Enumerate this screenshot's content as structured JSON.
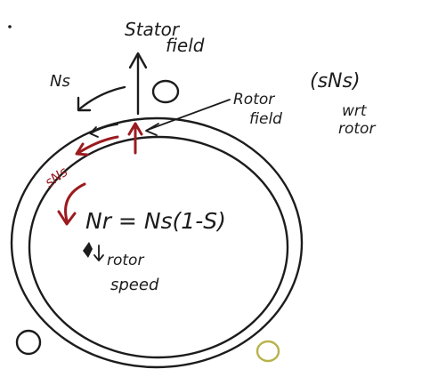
{
  "labels": {
    "stator_field_line1": "Stator",
    "stator_field_line2": "field",
    "ns": "Ns",
    "rotor_field_line1": "Rotor",
    "rotor_field_line2": "field",
    "sns_paren": "(sNs)",
    "wrt_line1": "wrt",
    "wrt_line2": "rotor",
    "slip_label": "sNs",
    "equation": "Nr = Ns(1-S)",
    "rotor_speed_line1": "rotor",
    "rotor_speed_line2": "speed"
  },
  "colors": {
    "ink": "#1c1c1c",
    "red_ink": "#9b1b1f",
    "olive": "#b7b24a"
  }
}
